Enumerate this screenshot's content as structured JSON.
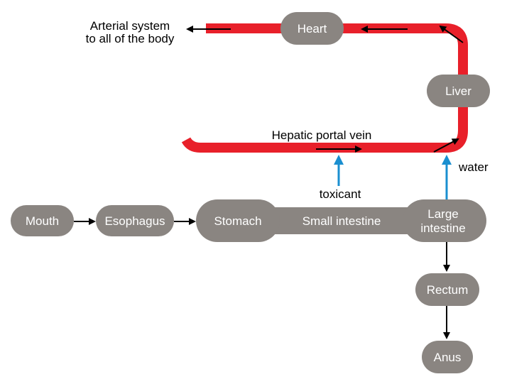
{
  "nodes": {
    "mouth": "Mouth",
    "esophagus": "Esophagus",
    "stomach": "Stomach",
    "small_intestine": "Small intestine",
    "large_intestine_line1": "Large",
    "large_intestine_line2": "intestine",
    "rectum": "Rectum",
    "anus": "Anus",
    "liver": "Liver",
    "heart": "Heart"
  },
  "labels": {
    "hepatic_portal_vein": "Hepatic portal vein",
    "arterial_line1": "Arterial system",
    "arterial_line2": "to all of the body",
    "toxicant": "toxicant",
    "water": "water"
  },
  "colors": {
    "vessel": "#e8202a",
    "node": "#8a8581",
    "absorption_arrow": "#1a8fd0",
    "flow_arrow": "#000000"
  }
}
